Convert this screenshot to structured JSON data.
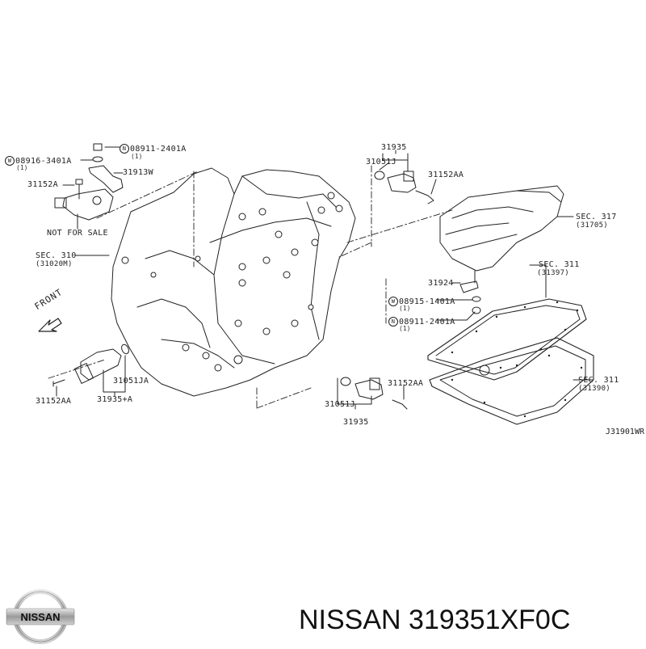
{
  "diagram": {
    "reference_code": "J31901WR",
    "front_indicator": "FRONT",
    "callouts": [
      {
        "id": "c1",
        "part": "08916-3401A",
        "qty": "(1)",
        "symbol": "W"
      },
      {
        "id": "c2",
        "part": "08911-2401A",
        "qty": "(1)",
        "symbol": "N"
      },
      {
        "id": "c3",
        "part": "31913W"
      },
      {
        "id": "c4",
        "part": "31152A"
      },
      {
        "id": "c5",
        "part": "NOT FOR SALE"
      },
      {
        "id": "c6",
        "part": "SEC. 310",
        "sub": "(31020M)"
      },
      {
        "id": "c7",
        "part": "31051JA"
      },
      {
        "id": "c8",
        "part": "31152AA"
      },
      {
        "id": "c9",
        "part": "31935+A"
      },
      {
        "id": "c10",
        "part": "31935"
      },
      {
        "id": "c11",
        "part": "31051J"
      },
      {
        "id": "c12",
        "part": "31152AA"
      },
      {
        "id": "c13",
        "part": "SEC. 317",
        "sub": "(31705)"
      },
      {
        "id": "c14",
        "part": "SEC. 311",
        "sub": "(31397)"
      },
      {
        "id": "c15",
        "part": "31924"
      },
      {
        "id": "c16",
        "part": "08915-1401A",
        "qty": "(1)",
        "symbol": "W"
      },
      {
        "id": "c17",
        "part": "08911-2401A",
        "qty": "(1)",
        "symbol": "N"
      },
      {
        "id": "c18",
        "part": "31051J"
      },
      {
        "id": "c19",
        "part": "31152AA"
      },
      {
        "id": "c20",
        "part": "31935"
      },
      {
        "id": "c21",
        "part": "SEC. 311",
        "sub": "(31390)"
      }
    ]
  },
  "footer": {
    "brand_logo_text": "NISSAN",
    "title": "NISSAN 319351XF0C"
  },
  "colors": {
    "line": "#222222",
    "background": "#ffffff",
    "logo_silver": "#a8a8a8"
  }
}
